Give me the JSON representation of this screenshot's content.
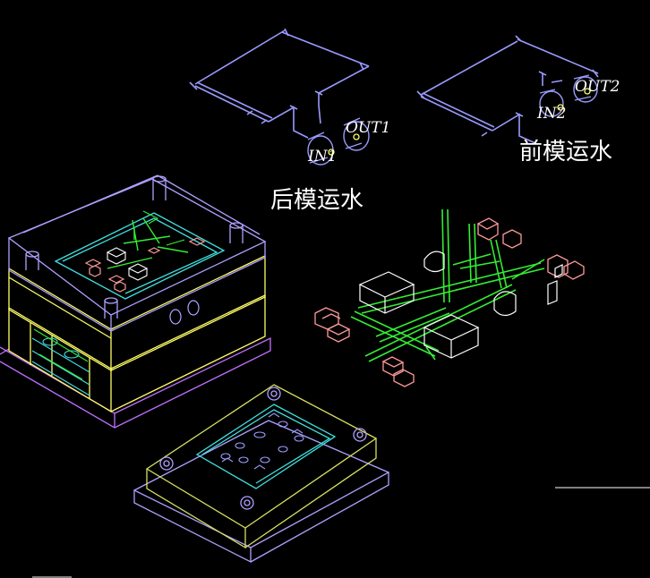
{
  "labels": {
    "out1": "OUT1",
    "in1": "IN1",
    "out2": "OUT2",
    "in2": "IN2",
    "rear_mold_cooling": "后模运水",
    "front_mold_cooling": "前模运水"
  },
  "colors": {
    "background": "#000000",
    "mold_outline": "#ffff66",
    "plate_outline": "#8080ff",
    "cooling_line": "#33ee33",
    "parts": "#ff9999",
    "pipe": "#9a9aff",
    "text": "#ffffff"
  }
}
